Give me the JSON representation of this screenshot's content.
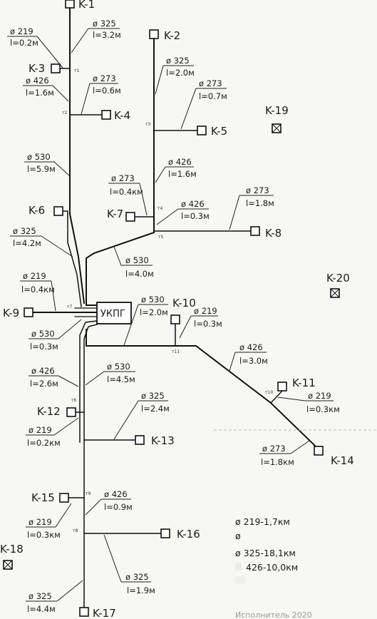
{
  "wells": {
    "k1": "K-1",
    "k2": "K-2",
    "k3": "K-3",
    "k4": "K-4",
    "k5": "K-5",
    "k6": "K-6",
    "k7": "K-7",
    "k8": "K-8",
    "k9": "K-9",
    "k10": "K-10",
    "k11": "K-11",
    "k12": "K-12",
    "k13": "K-13",
    "k14": "K-14",
    "k15": "K-15",
    "k16": "K-16",
    "k17": "K-17",
    "k18": "K-18",
    "k19": "K-19",
    "k20": "K-20"
  },
  "station": "УКПГ",
  "nodes": {
    "t1": "т1",
    "t2": "т2",
    "t3": "т3",
    "t4": "т4",
    "t5": "т5",
    "t6": "т6",
    "t7": "т7",
    "t8": "т8",
    "t9": "т9",
    "t10": "т10",
    "t11": "т11"
  },
  "pipes": {
    "p01": {
      "d": "ø 325",
      "l": "l=3.2м"
    },
    "p02": {
      "d": "ø 219",
      "l": "l=0.2м"
    },
    "p03": {
      "d": "ø 426",
      "l": "l=1.6м"
    },
    "p04": {
      "d": "ø 273",
      "l": "l=0.6м"
    },
    "p05": {
      "d": "ø 325",
      "l": "l=2.0м"
    },
    "p06": {
      "d": "ø 273",
      "l": "l=0.7м"
    },
    "p07": {
      "d": "ø 530",
      "l": "l=5.9м"
    },
    "p08": {
      "d": "ø 426",
      "l": "l=1.6м"
    },
    "p09": {
      "d": "ø 273",
      "l": "l=0.4км"
    },
    "p10": {
      "d": "ø 426",
      "l": "l=0.3м"
    },
    "p11": {
      "d": "ø 273",
      "l": "l=1.8м"
    },
    "p12": {
      "d": "ø 325",
      "l": "l=4.2м"
    },
    "p13": {
      "d": "ø 530",
      "l": "l=4.0м"
    },
    "p14": {
      "d": "ø 219",
      "l": "l=0.4км"
    },
    "p15": {
      "d": "ø 530",
      "l": "l=2.0м"
    },
    "p16": {
      "d": "ø 219",
      "l": "l=0.3м"
    },
    "p17": {
      "d": "ø 530",
      "l": "l=0.3м"
    },
    "p18": {
      "d": "ø 426",
      "l": "l=3.0м"
    },
    "p19": {
      "d": "ø 426",
      "l": "l=2.6м"
    },
    "p20": {
      "d": "ø 530",
      "l": "l=4.5м"
    },
    "p21": {
      "d": "ø 219",
      "l": "l=0.3км"
    },
    "p22": {
      "d": "ø 325",
      "l": "l=2.4м"
    },
    "p23": {
      "d": "ø 219",
      "l": "l=0.2км"
    },
    "p24": {
      "d": "ø 273",
      "l": "l=1.8км"
    },
    "p25": {
      "d": "ø 426",
      "l": "l=0.9м"
    },
    "p26": {
      "d": "ø 219",
      "l": "l=0.3км"
    },
    "p27": {
      "d": "ø 325",
      "l": "l=1.9м"
    },
    "p28": {
      "d": "ø 325",
      "l": "l=4.4м"
    }
  },
  "legend": {
    "line1": "ø 219-1,7км",
    "line2": "ø",
    "line3": "ø 325-18,1км",
    "line4": "426-10,0км"
  },
  "footer": "Исполнитель 2020"
}
